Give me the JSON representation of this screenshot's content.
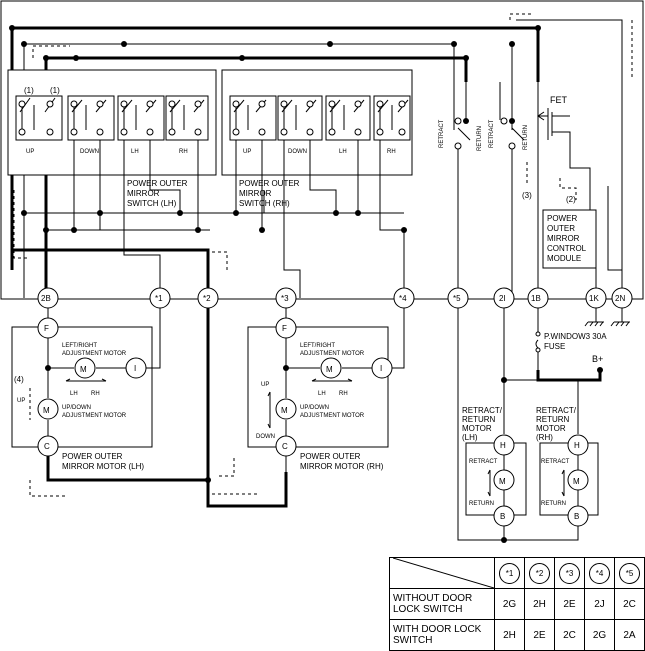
{
  "switch_lh": {
    "title1": "POWER OUTER",
    "title2": "MIRROR",
    "title3": "SWITCH  (LH)",
    "up": "UP",
    "down": "DOWN",
    "lh": "LH",
    "rh": "RH"
  },
  "switch_rh": {
    "title1": "POWER OUTER",
    "title2": "MIRROR",
    "title3": "SWITCH (RH)",
    "up": "UP",
    "down": "DOWN",
    "lh": "LH",
    "rh": "RH"
  },
  "retract_labels": {
    "retract1": "RETRACT",
    "return1": "RETURN",
    "retract2": "RETRACT",
    "return2": "RETURN"
  },
  "fet": "FET",
  "module": {
    "l1": "POWER",
    "l2": "OUTER",
    "l3": "MIRROR",
    "l4": "CONTROL",
    "l5": "MODULE"
  },
  "markers": {
    "m1": "(1)",
    "m1b": "(1)",
    "m2": "(2)",
    "m3": "(3)",
    "m4": "(4)"
  },
  "connectors": {
    "c2B": "2B",
    "c1": "*1",
    "c2": "*2",
    "c3": "*3",
    "c4": "*4",
    "c5": "*5",
    "c2I": "2I",
    "c1B": "1B",
    "c1K": "1K",
    "c2N": "2N"
  },
  "fuse": {
    "l1": "P.WINDOW3 30A",
    "l2": "FUSE",
    "bplus": "B+"
  },
  "motor_lh": {
    "F": "F",
    "I": "I",
    "C": "C",
    "M": "M",
    "lr1": "LEFT/RIGHT",
    "lr2": "ADJUSTMENT MOTOR",
    "ud1": "UP/DOWN",
    "ud2": "ADJUSTMENT MOTOR",
    "lh": "LH",
    "rh": "RH",
    "up": "UP",
    "name1": "POWER OUTER",
    "name2": "MIRROR MOTOR (LH)"
  },
  "motor_rh": {
    "F": "F",
    "I": "I",
    "C": "C",
    "M": "M",
    "lr1": "LEFT/RIGHT",
    "lr2": "ADJUSTMENT MOTOR",
    "ud1": "UP/DOWN",
    "ud2": "ADJUSTMENT MOTOR",
    "lh": "LH",
    "rh": "RH",
    "up": "UP",
    "down": "DOWN",
    "name1": "POWER OUTER",
    "name2": "MIRROR MOTOR (RH)"
  },
  "rr_lh": {
    "t1": "RETRACT/",
    "t2": "RETURN",
    "t3": "MOTOR",
    "t4": "(LH)",
    "H": "H",
    "B": "B",
    "M": "M",
    "retract": "RETRACT",
    "return": "RETURN"
  },
  "rr_rh": {
    "t1": "RETRACT/",
    "t2": "RETURN",
    "t3": "MOTOR",
    "t4": "(RH)",
    "H": "H",
    "B": "B",
    "M": "M",
    "retract": "RETRACT",
    "return": "RETURN"
  },
  "table": {
    "cols": [
      "*1",
      "*2",
      "*3",
      "*4",
      "*5"
    ],
    "rows": [
      {
        "label1": "WITHOUT DOOR",
        "label2": "LOCK SWITCH",
        "values": [
          "2G",
          "2H",
          "2E",
          "2J",
          "2C"
        ]
      },
      {
        "label1": "WITH DOOR LOCK",
        "label2": "SWITCH",
        "values": [
          "2H",
          "2E",
          "2C",
          "2G",
          "2A"
        ]
      }
    ]
  }
}
